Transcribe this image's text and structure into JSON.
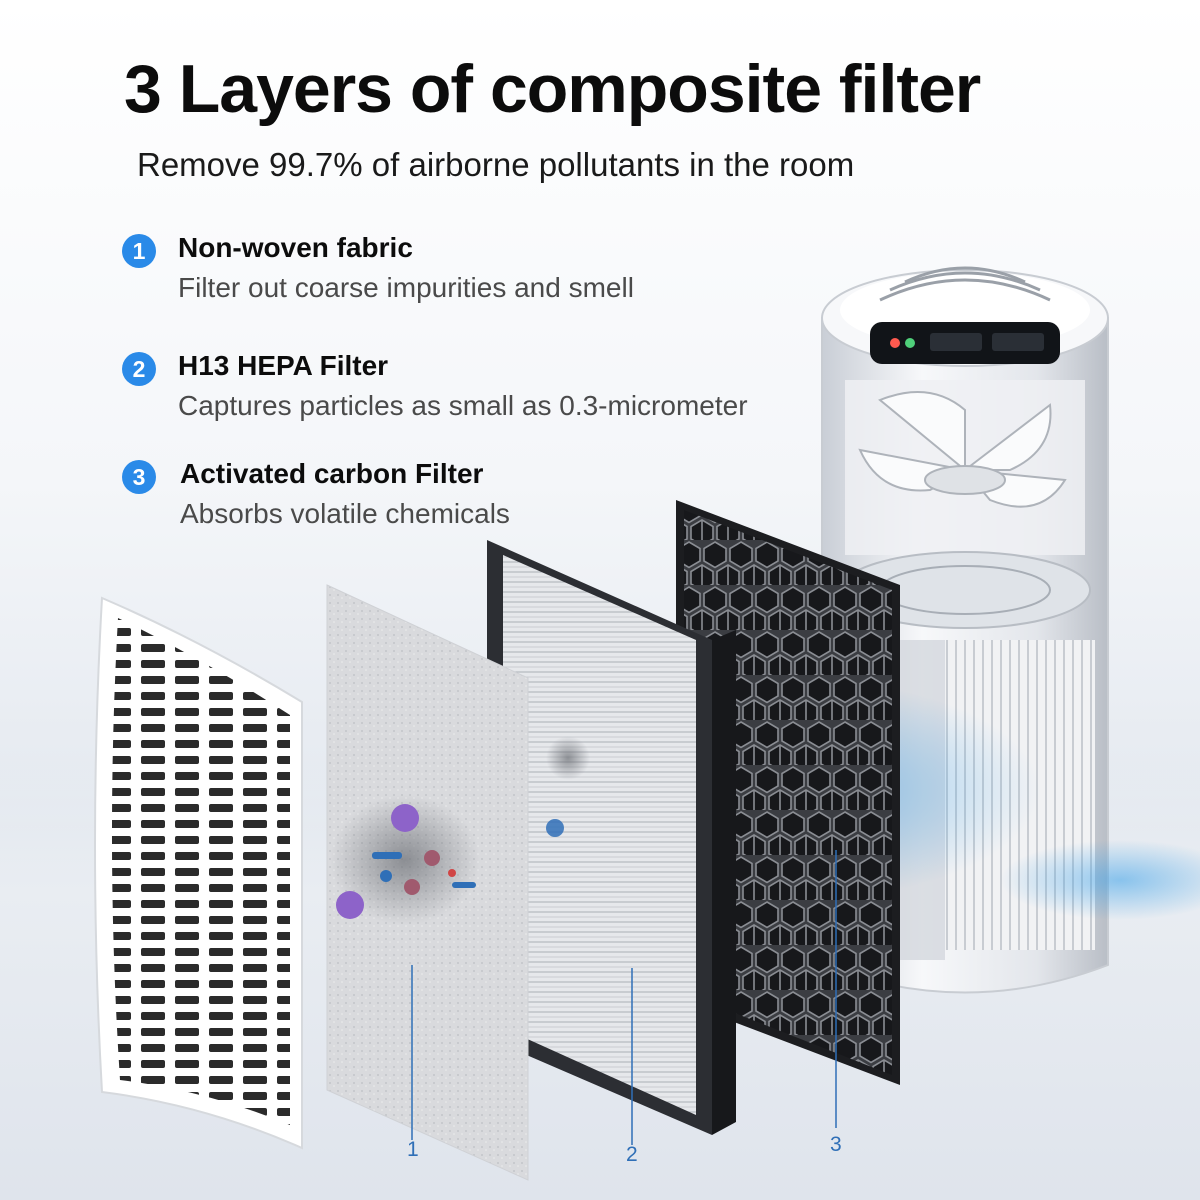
{
  "heading": {
    "title": "3 Layers of composite filter",
    "subtitle": "Remove 99.7% of airborne pollutants in  the room"
  },
  "features": [
    {
      "number": "1",
      "title": "Non-woven fabric",
      "description": "Filter out coarse impurities and smell"
    },
    {
      "number": "2",
      "title": "H13 HEPA Filter",
      "description": "Captures particles as small as 0.3-micrometer"
    },
    {
      "number": "3",
      "title": "Activated carbon Filter",
      "description": "Absorbs volatile chemicals"
    }
  ],
  "callouts": [
    "1",
    "2",
    "3"
  ],
  "colors": {
    "accent": "#2a8ae8",
    "callout": "#2f6fb7",
    "airflow": "#3aa0e8"
  }
}
